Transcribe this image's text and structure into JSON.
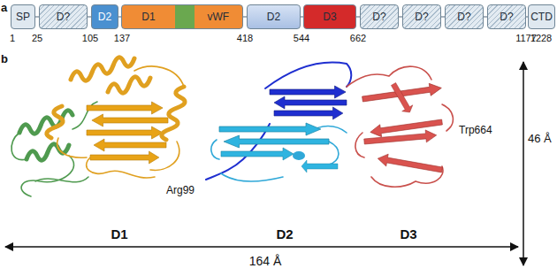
{
  "diagram": {
    "nodes": [
      {
        "text": [
          "SP"
        ]
      },
      {
        "text": [
          "D?"
        ]
      },
      {
        "text": [
          "D2"
        ]
      },
      {
        "text": [
          "D1",
          "vWF"
        ]
      },
      {
        "text": [
          "D2"
        ]
      },
      {
        "text": [
          "D3"
        ]
      },
      {
        "text": [
          "D?"
        ]
      },
      {
        "text": [
          "D?"
        ]
      },
      {
        "text": [
          "D?"
        ]
      },
      {
        "text": [
          "D?"
        ]
      },
      {
        "text": [
          "CTD"
        ]
      }
    ],
    "labels": [
      "a",
      "1",
      "25",
      "105",
      "137",
      "418",
      "544",
      "662",
      "1177",
      "1228",
      "b",
      "Arg99",
      "Trp664",
      "D1",
      "D2",
      "D3",
      "164 Å",
      "46 Å"
    ]
  }
}
